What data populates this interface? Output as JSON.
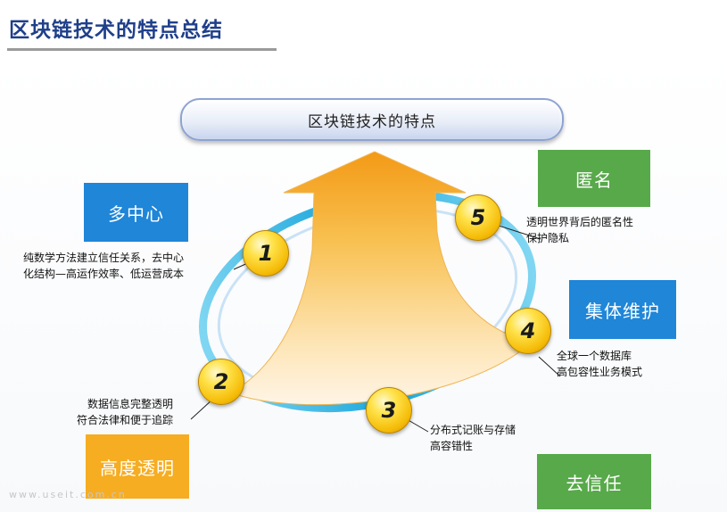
{
  "title": "区块链技术的特点总结",
  "header": "区块链技术的特点",
  "colors": {
    "blue": "#1f86d8",
    "green": "#58a94a",
    "orange": "#f6ad22",
    "title": "#1f3f8a"
  },
  "features": [
    {
      "number": "1",
      "label": "多中心",
      "desc": [
        "纯数学方法建立信任关系，去中心",
        "化结构—高运作效率、低运营成本"
      ]
    },
    {
      "number": "2",
      "label": "高度透明",
      "desc": [
        "数据信息完整透明",
        "符合法律和便于追踪"
      ]
    },
    {
      "number": "3",
      "label": "去信任",
      "desc": [
        "分布式记账与存储",
        "高容错性"
      ]
    },
    {
      "number": "4",
      "label": "集体维护",
      "desc": [
        "全球一个数据库",
        "高包容性业务模式"
      ]
    },
    {
      "number": "5",
      "label": "匿名",
      "desc": [
        "透明世界背后的匿名性",
        "保护隐私"
      ]
    }
  ],
  "watermark": "www.useit.com.cn"
}
